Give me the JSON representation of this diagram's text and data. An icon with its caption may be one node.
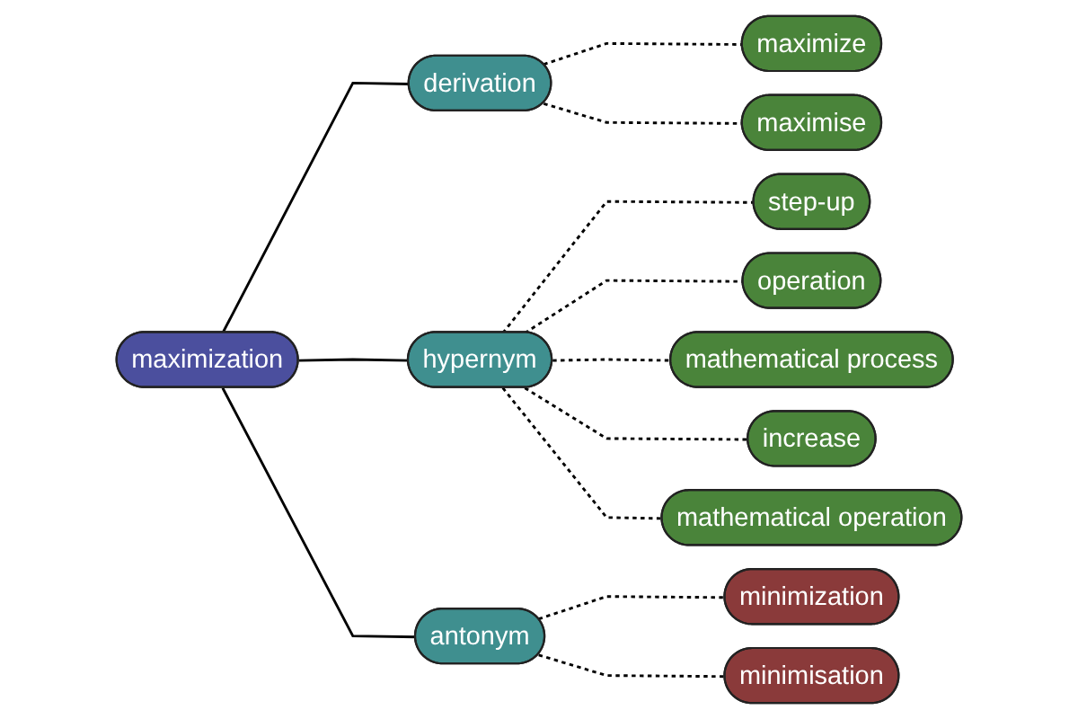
{
  "diagram": {
    "nodes": [
      {
        "text": [
          "maximise"
        ]
      },
      {
        "text": [
          "maximize"
        ]
      },
      {
        "text": [
          "derivation"
        ]
      },
      {
        "text": [
          "step-up"
        ]
      },
      {
        "text": [
          "operation"
        ]
      },
      {
        "text": [
          "maximization"
        ]
      },
      {
        "text": [
          "hypernym"
        ]
      },
      {
        "text": [
          "mathematical process"
        ]
      },
      {
        "text": [
          "antonym"
        ]
      },
      {
        "text": [
          "increase"
        ]
      },
      {
        "text": [
          "mathematical operation"
        ]
      },
      {
        "text": [
          "minimisation"
        ]
      },
      {
        "text": [
          "minimization"
        ]
      }
    ],
    "edges": [
      {
        "from": 5,
        "to": 2,
        "arrow": "none"
      },
      {
        "from": 5,
        "to": 6,
        "arrow": "none"
      },
      {
        "from": 5,
        "to": 8,
        "arrow": "none"
      },
      {
        "from": 2,
        "to": 1,
        "arrow": "none",
        "style": "dashed"
      },
      {
        "from": 2,
        "to": 0,
        "arrow": "none",
        "style": "dashed"
      },
      {
        "from": 6,
        "to": 3,
        "arrow": "none",
        "style": "dashed"
      },
      {
        "from": 6,
        "to": 4,
        "arrow": "none",
        "style": "dashed"
      },
      {
        "from": 6,
        "to": 7,
        "arrow": "none",
        "style": "dashed"
      },
      {
        "from": 6,
        "to": 9,
        "arrow": "none",
        "style": "dashed"
      },
      {
        "from": 6,
        "to": 10,
        "arrow": "none",
        "style": "dashed"
      },
      {
        "from": 8,
        "to": 12,
        "arrow": "none",
        "style": "dashed"
      },
      {
        "from": 8,
        "to": 11,
        "arrow": "none",
        "style": "dashed"
      }
    ]
  }
}
